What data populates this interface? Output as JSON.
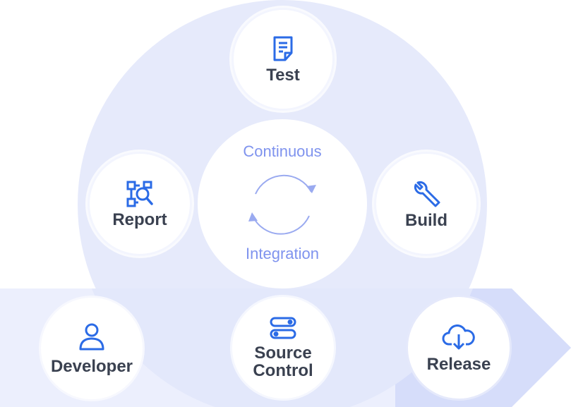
{
  "diagram": {
    "center": {
      "top_label": "Continuous",
      "bottom_label": "Integration"
    },
    "nodes": {
      "test": {
        "label": "Test",
        "icon": "document-icon"
      },
      "report": {
        "label": "Report",
        "icon": "report-icon"
      },
      "build": {
        "label": "Build",
        "icon": "wrench-icon"
      },
      "developer": {
        "label": "Developer",
        "icon": "user-icon"
      },
      "source_control": {
        "label": "Source\nControl",
        "icon": "toggles-icon"
      },
      "release": {
        "label": "Release",
        "icon": "cloud-download-icon"
      }
    }
  },
  "colors": {
    "ring": "#e6eafb",
    "arrow": "#eceffd",
    "arrow_tip": "#d3daf9",
    "icon": "#2b6be6",
    "label": "#3a4150",
    "center_text": "#7f93ee"
  }
}
